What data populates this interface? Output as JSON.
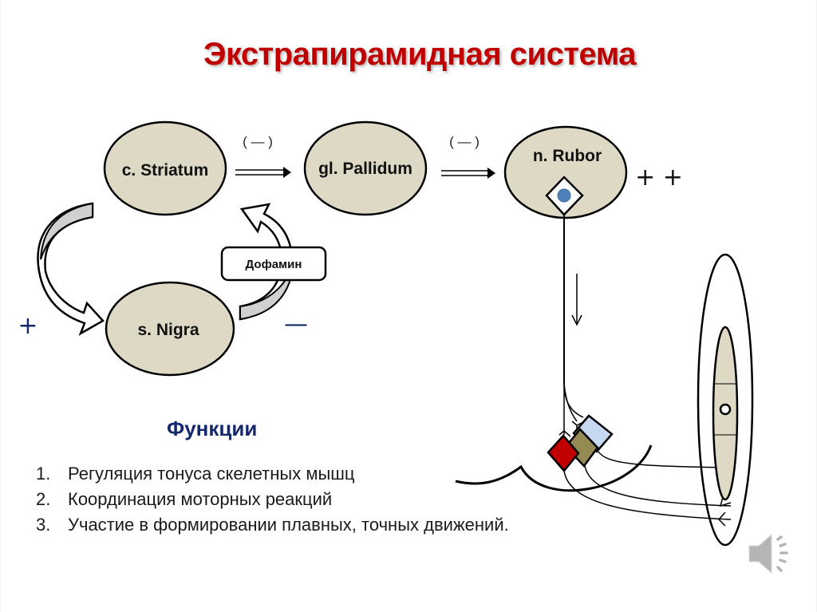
{
  "title": "Экстрапирамидная система",
  "nodes": {
    "striatum": "c. Striatum",
    "pallidum": "gl. Pallidum",
    "rubor": "n. Rubor",
    "nigra": "s. Nigra"
  },
  "edges": {
    "striatum_to_pallidum_sign": "( — )",
    "pallidum_to_rubor_sign": "( — )",
    "rubor_sign": "+ +",
    "striatum_to_nigra_sign": "+",
    "nigra_to_striatum_sign": "—",
    "nigra_to_striatum_label": "Дофамин"
  },
  "functions": {
    "heading": "Функции",
    "items": [
      {
        "num": "1.",
        "text": "Регуляция тонуса скелетных мышц"
      },
      {
        "num": "2.",
        "text": "Координация моторных реакций"
      },
      {
        "num": "3.",
        "text": "Участие в формировании плавных, точных движений."
      }
    ]
  },
  "colors": {
    "title": "#c00000",
    "node_fill": "#ddd9c4",
    "sign_color": "#14286e",
    "receptor_red": "#c00000",
    "receptor_olive": "#948a54",
    "receptor_blue": "#c6d9f1",
    "nucleus_dot": "#4f81bd"
  },
  "icons": {
    "audio": "speaker-icon"
  }
}
